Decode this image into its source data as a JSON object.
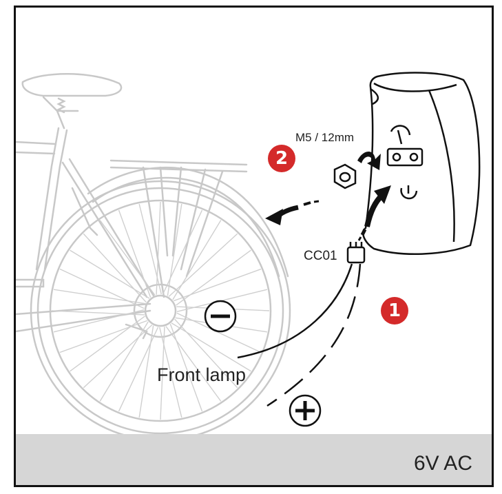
{
  "labels": {
    "bolt": "M5 / 12mm",
    "connector": "CC01",
    "front_lamp": "Front lamp",
    "voltage": "6V AC"
  },
  "steps": [
    {
      "number": "1"
    },
    {
      "number": "2"
    }
  ],
  "polarity": {
    "negative": "−",
    "positive": "+"
  },
  "colors": {
    "step_badge": "#d42a2a",
    "bike_outline": "#c8c8c8",
    "footer_band": "#d6d6d6",
    "line": "#111111"
  },
  "icons": [
    "bicycle-illustration",
    "rear-lamp-icon",
    "nut-icon",
    "connector-icon",
    "minus-terminal-icon",
    "plus-terminal-icon",
    "arrow-icon"
  ]
}
